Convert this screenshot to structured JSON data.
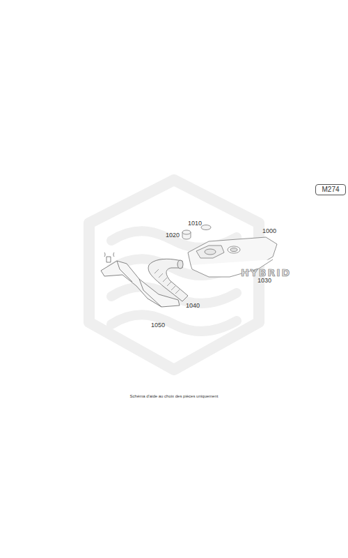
{
  "diagram": {
    "caption": "Schéma d'aide au choix des pièces uniquement",
    "nodes": [
      {
        "text": [
          "M274"
        ]
      }
    ],
    "labels": [
      "1010",
      "1020",
      "1000",
      "1030",
      "1040",
      "1050",
      "HYBRID"
    ]
  }
}
